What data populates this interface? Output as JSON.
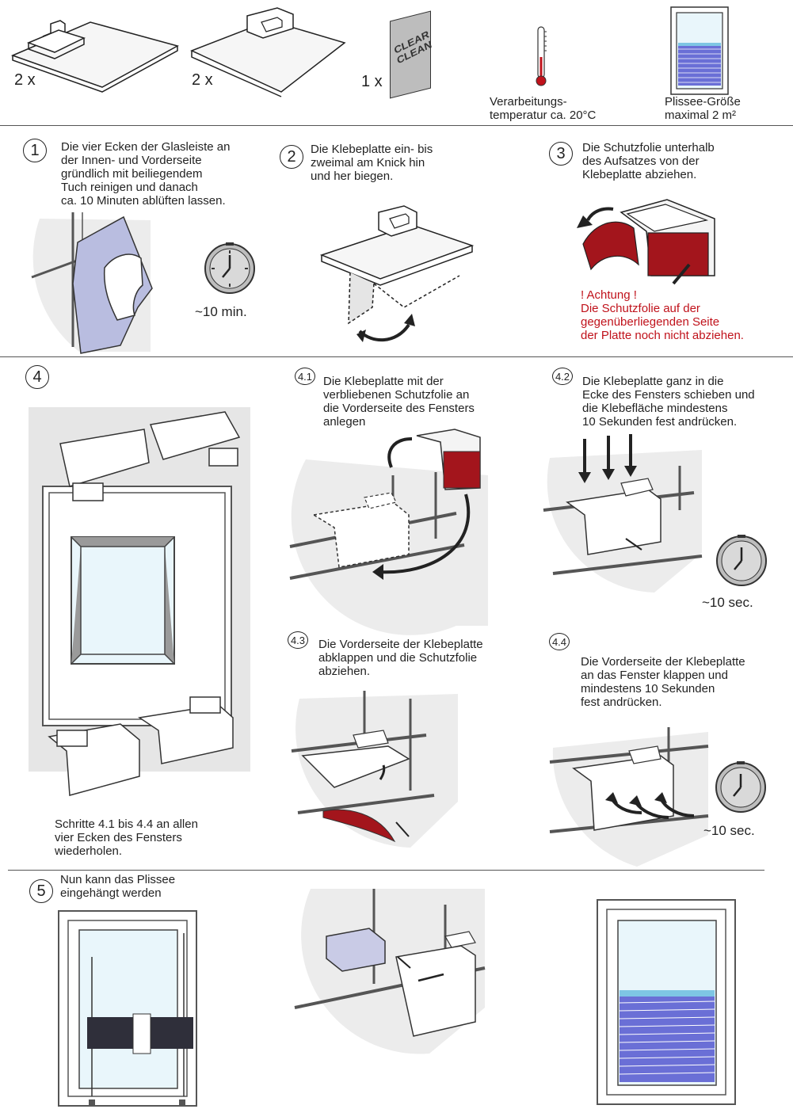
{
  "header": {
    "item1_qty": "2 x",
    "item2_qty": "2 x",
    "item3_qty": "1 x",
    "cloth_label": "CLEAR\nCLEAN",
    "temp_label": "Verarbeitungs-\ntemperatur ca. 20°C",
    "size_label": "Plissee-Größe\nmaximal 2 m²"
  },
  "steps": {
    "s1": {
      "num": "1",
      "text": "Die vier Ecken der Glasleiste an\nder Innen- und Vorderseite\ngründlich mit beiliegendem\nTuch reinigen und danach\nca. 10 Minuten ablüften lassen.",
      "timer": "~10 min."
    },
    "s2": {
      "num": "2",
      "text": "Die Klebeplatte ein- bis\nzweimal am Knick hin\nund her biegen."
    },
    "s3": {
      "num": "3",
      "text": "Die Schutzfolie unterhalb\ndes Aufsatzes von der\nKlebeplatte abziehen.",
      "warning": "! Achtung !\nDie Schutzfolie auf der\ngegenüberliegenden Seite\nder Platte noch nicht abziehen."
    },
    "s4": {
      "num": "4",
      "text": "Schritte 4.1 bis 4.4 an allen\nvier Ecken des Fensters\nwiederholen."
    },
    "s41": {
      "num": "4.1",
      "text": "Die Klebeplatte mit der\nverbliebenen Schutzfolie an\ndie Vorderseite des Fensters\nanlegen"
    },
    "s42": {
      "num": "4.2",
      "text": "Die Klebeplatte ganz in die\nEcke des Fensters schieben und\ndie Klebefläche mindestens\n10 Sekunden fest andrücken.",
      "timer": "~10 sec."
    },
    "s43": {
      "num": "4.3",
      "text": "Die Vorderseite der Klebeplatte\nabklappen und die Schutzfolie\nabziehen."
    },
    "s44": {
      "num": "4.4",
      "text": "Die Vorderseite der Klebeplatte\nan das Fenster klappen und\nmindestens 10 Sekunden\nfest andrücken.",
      "timer": "~10 sec."
    },
    "s5": {
      "num": "5",
      "text": "Nun kann das Plissee\neingehängt werden"
    }
  },
  "colors": {
    "warning": "#c0121b",
    "foil": "#a3151c",
    "pleat": "#6a6fd6",
    "glass": "#e9f6fb",
    "wall": "#e6e6e6"
  }
}
